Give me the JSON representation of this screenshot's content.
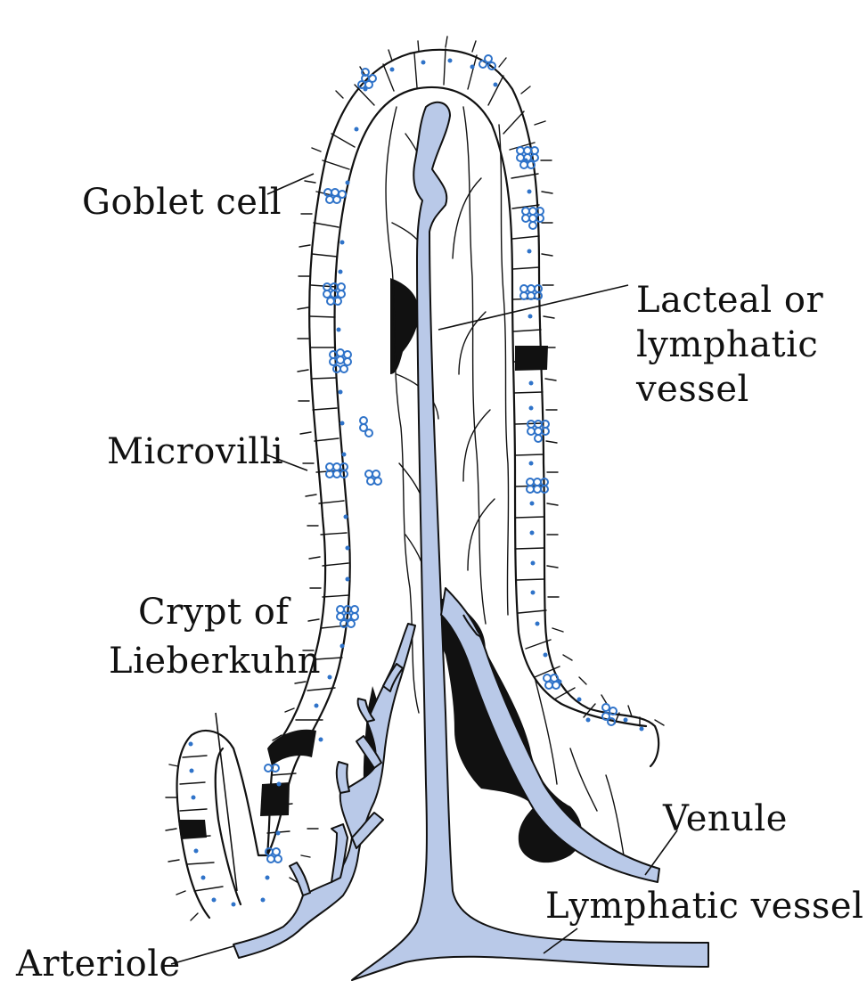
{
  "labels": {
    "goblet_cell": "Goblet cell",
    "lacteal_line1": "Lacteal or",
    "lacteal_line2": "lymphatic",
    "lacteal_line3": "vessel",
    "microvilli": "Microvilli",
    "crypt_line1": "Crypt of",
    "crypt_line2": "Lieberkuhn",
    "venule": "Venule",
    "lymphatic_vessel": "Lymphatic vessel",
    "arteriole": "Arteriole"
  },
  "colors": {
    "vessel_fill": "#b9c9e8",
    "nucleus_blue": "#2f73c9",
    "outline": "#111111"
  }
}
